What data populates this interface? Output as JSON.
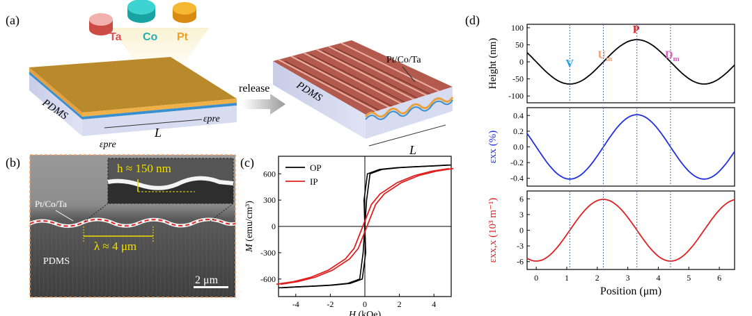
{
  "panel_a": {
    "label": "(a)",
    "targets": [
      {
        "name": "Ta",
        "color": "#d9534f"
      },
      {
        "name": "Co",
        "color": "#2bbfbf"
      },
      {
        "name": "Pt",
        "color": "#f0a020"
      }
    ],
    "substrate": "PDMS",
    "length_label": "L",
    "prestrain_label": "εpre",
    "arrow_label": "release",
    "stack_label": "Pt/Co/Ta"
  },
  "panel_b": {
    "label": "(b)",
    "film_label": "Pt/Co/Ta",
    "substrate_label": "PDMS",
    "height_label": "h ≈ 150 nm",
    "wavelength_label": "λ ≈ 4 μm",
    "scale_label": "2 μm"
  },
  "panel_c": {
    "label": "(c)",
    "xlabel_var": "H",
    "xlabel_unit": " (kOe)",
    "ylabel_var": "M",
    "ylabel_unit": " (emu/cm³)",
    "legend": [
      {
        "name": "OP",
        "color": "#000000"
      },
      {
        "name": "IP",
        "color": "#e02020"
      }
    ]
  },
  "panel_d": {
    "label": "(d)",
    "xlabel": "Position (μm)",
    "markers": [
      {
        "label": "V",
        "x": 1.1,
        "color": "#1aa0e0"
      },
      {
        "label": "U",
        "sub": "m",
        "x": 2.2,
        "color": "#f0a070"
      },
      {
        "label": "P",
        "x": 3.3,
        "color": "#e02020"
      },
      {
        "label": "D",
        "sub": "m",
        "x": 4.4,
        "color": "#e060c0"
      }
    ]
  },
  "chart_data": [
    {
      "type": "line",
      "title": "",
      "xlabel": "H (kOe)",
      "ylabel": "M (emu/cm3)",
      "xlim": [
        -5,
        5
      ],
      "ylim": [
        -800,
        800
      ],
      "xticks": [
        -4,
        -2,
        0,
        2,
        4
      ],
      "yticks": [
        -600,
        -300,
        0,
        300,
        600
      ],
      "legend_position": "top-left",
      "series": [
        {
          "name": "OP",
          "color": "#000000",
          "x": [
            -5,
            -4,
            -3,
            -2,
            -1,
            -0.3,
            -0.1,
            0,
            0.1,
            0.3,
            1,
            2,
            3,
            4,
            5
          ],
          "y": [
            -700,
            -690,
            -680,
            -670,
            -650,
            -600,
            -300,
            0,
            300,
            600,
            650,
            670,
            680,
            690,
            700
          ]
        },
        {
          "name": "IP",
          "color": "#e02020",
          "x": [
            -5,
            -4,
            -3,
            -2,
            -1,
            -0.5,
            0,
            0.5,
            1,
            2,
            3,
            4,
            5
          ],
          "y": [
            -660,
            -630,
            -580,
            -500,
            -370,
            -250,
            0,
            250,
            370,
            500,
            580,
            630,
            660
          ]
        }
      ]
    },
    {
      "type": "line",
      "xlabel": "",
      "ylabel": "Height (nm)",
      "xlim": [
        -0.3,
        6.5
      ],
      "ylim": [
        -120,
        110
      ],
      "yticks": [
        -100,
        -50,
        0,
        50,
        100
      ],
      "series": [
        {
          "color": "#000000",
          "amplitude": 65,
          "period": 4.4,
          "phase": 3.3,
          "function": "cos"
        }
      ]
    },
    {
      "type": "line",
      "xlabel": "",
      "ylabel": "εxx (%)",
      "xlim": [
        -0.3,
        6.5
      ],
      "ylim": [
        -0.5,
        0.5
      ],
      "yticks": [
        -0.4,
        -0.2,
        0.0,
        0.2,
        0.4
      ],
      "series": [
        {
          "color": "#1f2fe0",
          "amplitude": 0.41,
          "period": 4.4,
          "phase": 3.3,
          "function": "cos"
        }
      ]
    },
    {
      "type": "line",
      "xlabel": "Position (μm)",
      "ylabel": "εxx,x (10³ m⁻¹)",
      "xlim": [
        -0.3,
        6.5
      ],
      "ylim": [
        -7.5,
        7.5
      ],
      "xticks": [
        0,
        1,
        2,
        3,
        4,
        5,
        6
      ],
      "yticks": [
        -6,
        -3,
        0,
        3,
        6
      ],
      "series": [
        {
          "color": "#e02020",
          "amplitude": 5.9,
          "period": 4.4,
          "phase": 2.2,
          "function": "cos"
        }
      ]
    }
  ]
}
